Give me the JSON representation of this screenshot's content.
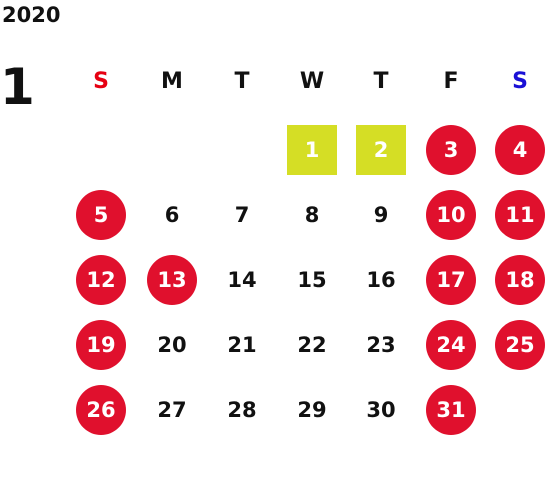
{
  "year": "2020",
  "month": "1",
  "colors": {
    "sunday_header": "#e60012",
    "saturday_header": "#1a10d6",
    "weekday_header": "#111111",
    "holiday_fill": "#e0102d",
    "special_fill": "#d5de25"
  },
  "weekdays": [
    "S",
    "M",
    "T",
    "W",
    "T",
    "F",
    "S"
  ],
  "weeks": [
    [
      null,
      null,
      null,
      {
        "day": "1",
        "style": "special"
      },
      {
        "day": "2",
        "style": "special"
      },
      {
        "day": "3",
        "style": "holiday"
      },
      {
        "day": "4",
        "style": "holiday"
      }
    ],
    [
      {
        "day": "5",
        "style": "holiday"
      },
      {
        "day": "6",
        "style": "plain"
      },
      {
        "day": "7",
        "style": "plain"
      },
      {
        "day": "8",
        "style": "plain"
      },
      {
        "day": "9",
        "style": "plain"
      },
      {
        "day": "10",
        "style": "holiday"
      },
      {
        "day": "11",
        "style": "holiday"
      }
    ],
    [
      {
        "day": "12",
        "style": "holiday"
      },
      {
        "day": "13",
        "style": "holiday"
      },
      {
        "day": "14",
        "style": "plain"
      },
      {
        "day": "15",
        "style": "plain"
      },
      {
        "day": "16",
        "style": "plain"
      },
      {
        "day": "17",
        "style": "holiday"
      },
      {
        "day": "18",
        "style": "holiday"
      }
    ],
    [
      {
        "day": "19",
        "style": "holiday"
      },
      {
        "day": "20",
        "style": "plain"
      },
      {
        "day": "21",
        "style": "plain"
      },
      {
        "day": "22",
        "style": "plain"
      },
      {
        "day": "23",
        "style": "plain"
      },
      {
        "day": "24",
        "style": "holiday"
      },
      {
        "day": "25",
        "style": "holiday"
      }
    ],
    [
      {
        "day": "26",
        "style": "holiday"
      },
      {
        "day": "27",
        "style": "plain"
      },
      {
        "day": "28",
        "style": "plain"
      },
      {
        "day": "29",
        "style": "plain"
      },
      {
        "day": "30",
        "style": "plain"
      },
      {
        "day": "31",
        "style": "holiday"
      },
      null
    ]
  ]
}
